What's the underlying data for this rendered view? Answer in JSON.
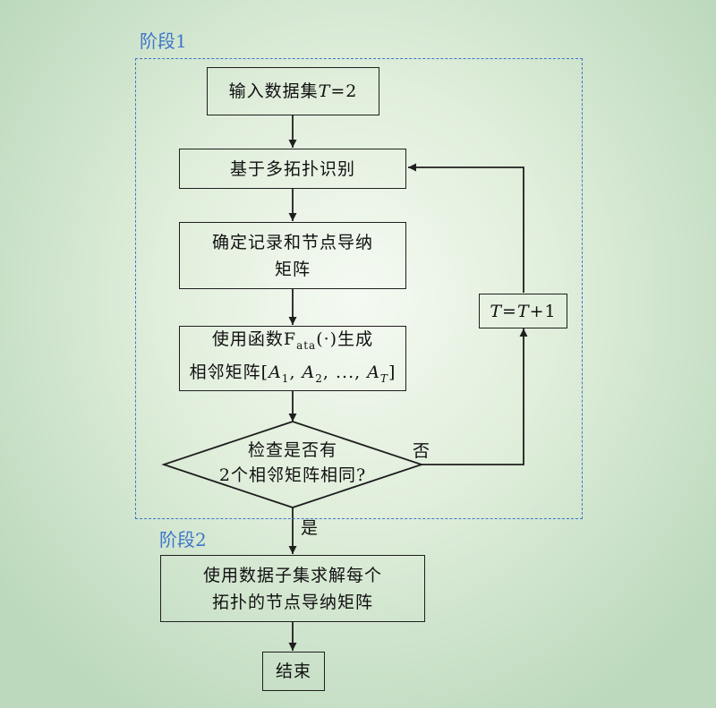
{
  "stages": [
    {
      "label": "阶段1"
    },
    {
      "label": "阶段2"
    }
  ],
  "nodes": {
    "input": {
      "prefix": "输入数据集",
      "var": "T",
      "suffix": "=2"
    },
    "identify": {
      "text": "基于多拓扑识别"
    },
    "determine": {
      "line1": "确定记录和节点导纳",
      "line2": "矩阵"
    },
    "generate": {
      "line1_prefix": "使用函数F",
      "line1_sub": "ata",
      "line1_suffix": "(·)生成",
      "line2_prefix": "相邻矩阵[",
      "a": "A",
      "s1": "1",
      "sep1": ", ",
      "s2": "2",
      "sep2": ", ..., ",
      "sT": "T",
      "close": "]"
    },
    "check": {
      "line1": "检查是否有",
      "line2": "2个相邻矩阵相同?"
    },
    "increment": {
      "var1": "T",
      "op": "=",
      "var2": "T",
      "suffix": "+1"
    },
    "solve": {
      "line1": "使用数据子集求解每个",
      "line2": "拓扑的节点导纳矩阵"
    },
    "end": {
      "text": "结束"
    }
  },
  "edges": {
    "no_label": "否",
    "yes_label": "是"
  },
  "colors": {
    "stage_border": "#3f76c8",
    "line": "#1f1f1f"
  }
}
